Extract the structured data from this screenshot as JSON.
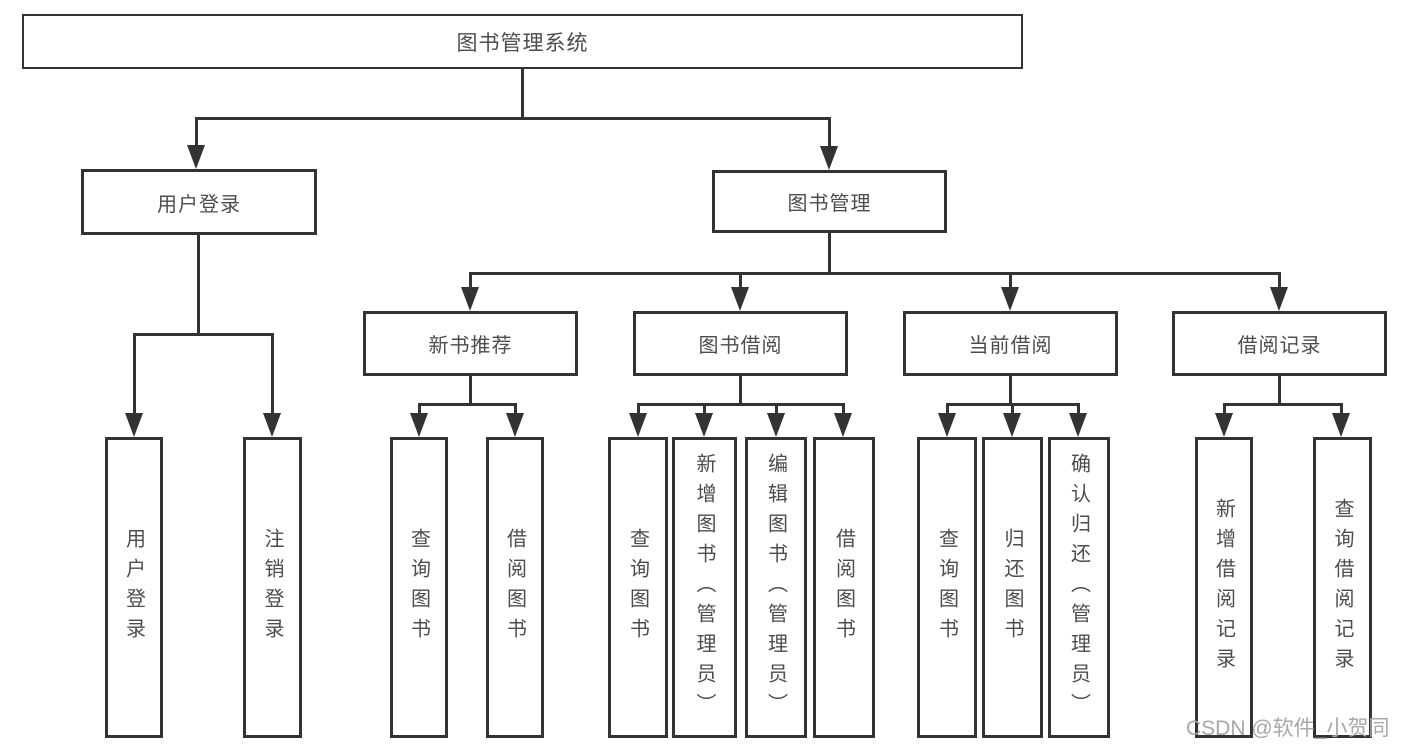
{
  "diagram": {
    "title": "图书管理系统",
    "branches": [
      {
        "label": "用户登录",
        "children": [
          {
            "label": "用户登录"
          },
          {
            "label": "注销登录"
          }
        ]
      },
      {
        "label": "图书管理",
        "children": [
          {
            "label": "新书推荐",
            "children": [
              {
                "label": "查询图书"
              },
              {
                "label": "借阅图书"
              }
            ]
          },
          {
            "label": "图书借阅",
            "children": [
              {
                "label": "查询图书"
              },
              {
                "label": "新增图书（管理员）"
              },
              {
                "label": "编辑图书（管理员）"
              },
              {
                "label": "借阅图书"
              }
            ]
          },
          {
            "label": "当前借阅",
            "children": [
              {
                "label": "查询图书"
              },
              {
                "label": "归还图书"
              },
              {
                "label": "确认归还（管理员）"
              }
            ]
          },
          {
            "label": "借阅记录",
            "children": [
              {
                "label": "新增借阅记录"
              },
              {
                "label": "查询借阅记录"
              }
            ]
          }
        ]
      }
    ]
  },
  "watermark": {
    "text": "CSDN @软件_小贺同学"
  },
  "colors": {
    "line": "#333333",
    "border": "#333333",
    "fill": "#ffffff",
    "text": "#4d4d4d",
    "background": "#ffffff",
    "watermark": "#a8a8a8"
  }
}
